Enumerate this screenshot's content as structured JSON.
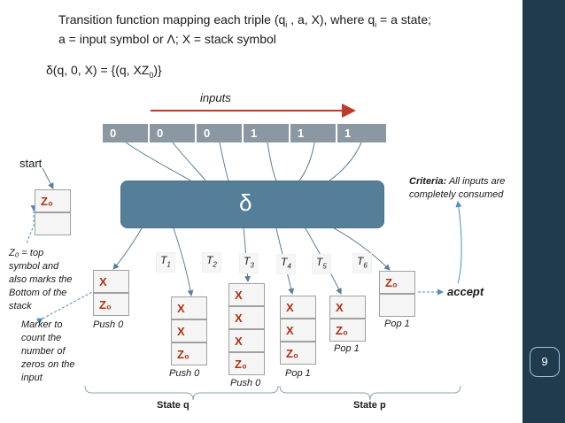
{
  "header": {
    "line1_a": "Transition function mapping each triple (q",
    "line1_sub": "i",
    "line1_b": " , a, X), where q",
    "line1_sub2": "i",
    "line1_c": " = a state;",
    "line2": "a = input symbol or Λ; X = stack symbol",
    "formula_a": "δ(q, 0, X) = {(q, XZ",
    "formula_sub": "0",
    "formula_b": ")}"
  },
  "labels": {
    "inputs": "inputs",
    "start": "start",
    "delta": "δ",
    "accept": "accept",
    "state_q": "State q",
    "state_p": "State p",
    "criteria_bold": "Criteria:",
    "criteria_rest": " All inputs are",
    "criteria_line2": "completely consumed",
    "z0_note": [
      "Z₀ =  top",
      "symbol and",
      "also marks the",
      "Bottom of the",
      "stack"
    ],
    "marker_note": [
      "Marker to",
      "count the",
      "number of",
      "zeros on the",
      "input"
    ]
  },
  "tape": [
    "0",
    "0",
    "0",
    "1",
    "1",
    "1"
  ],
  "transitions": [
    {
      "label": "T",
      "sub": "1"
    },
    {
      "label": "T",
      "sub": "2"
    },
    {
      "label": "T",
      "sub": "3"
    },
    {
      "label": "T",
      "sub": "4"
    },
    {
      "label": "T",
      "sub": "5"
    },
    {
      "label": "T",
      "sub": "6"
    }
  ],
  "start_stack": [
    "Z₀",
    ""
  ],
  "stacks": [
    {
      "cells": [
        "X",
        "Z₀"
      ],
      "op": "Push 0"
    },
    {
      "cells": [
        "X",
        "X",
        "Z₀"
      ],
      "op": "Push 0"
    },
    {
      "cells": [
        "X",
        "X",
        "X",
        "Z₀"
      ],
      "op": "Push 0"
    },
    {
      "cells": [
        "X",
        "X",
        "Z₀"
      ],
      "op": "Pop 1"
    },
    {
      "cells": [
        "X",
        "Z₀"
      ],
      "op": "Pop 1"
    },
    {
      "cells": [
        "Z₀",
        ""
      ],
      "op": "Pop 1"
    }
  ],
  "page_number": "9",
  "colors": {
    "sidebar": "#1f3b4d",
    "delta_box": "#557f99",
    "tape": "#8b98a2",
    "stack_text": "#b03010",
    "arrow": "#c0392b",
    "dashed": "#4a90b8"
  }
}
